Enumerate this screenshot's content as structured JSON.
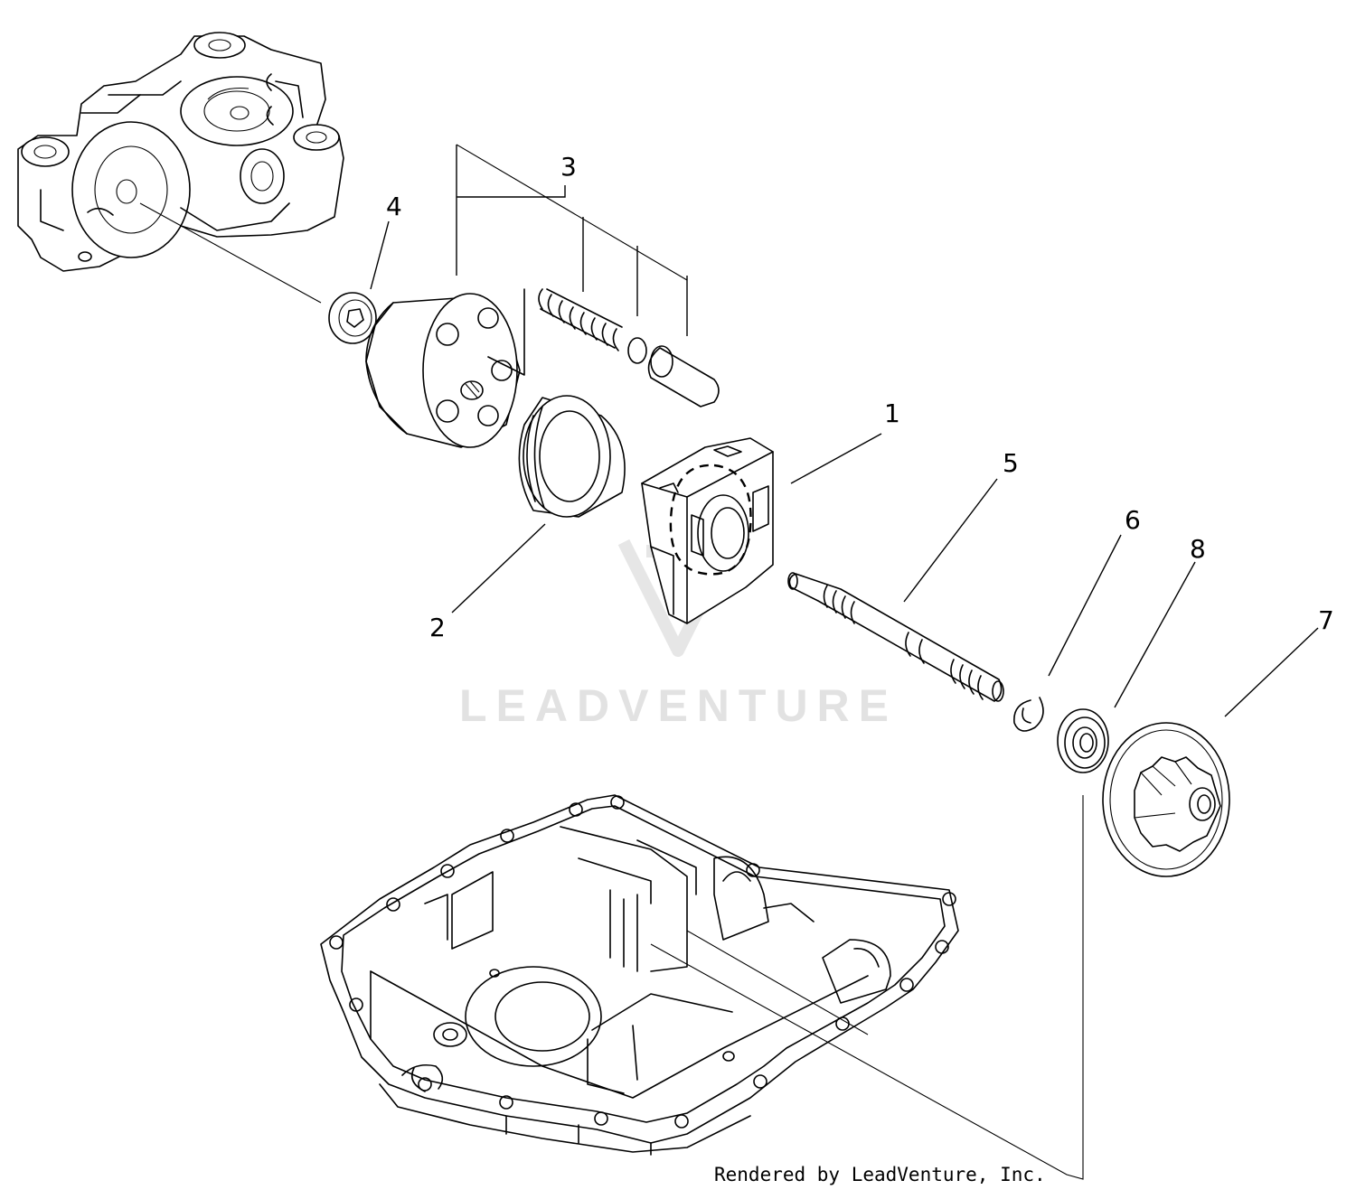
{
  "diagram": {
    "callouts": [
      {
        "id": "1",
        "label": "1"
      },
      {
        "id": "2",
        "label": "2"
      },
      {
        "id": "3",
        "label": "3"
      },
      {
        "id": "4",
        "label": "4"
      },
      {
        "id": "5",
        "label": "5"
      },
      {
        "id": "6",
        "label": "6"
      },
      {
        "id": "7",
        "label": "7"
      },
      {
        "id": "8",
        "label": "8"
      }
    ],
    "watermark": "LEADVENTURE",
    "credit": "Rendered by LeadVenture, Inc."
  },
  "colors": {
    "line": "#000000",
    "background": "#ffffff",
    "watermark": "#e2e2e2"
  }
}
